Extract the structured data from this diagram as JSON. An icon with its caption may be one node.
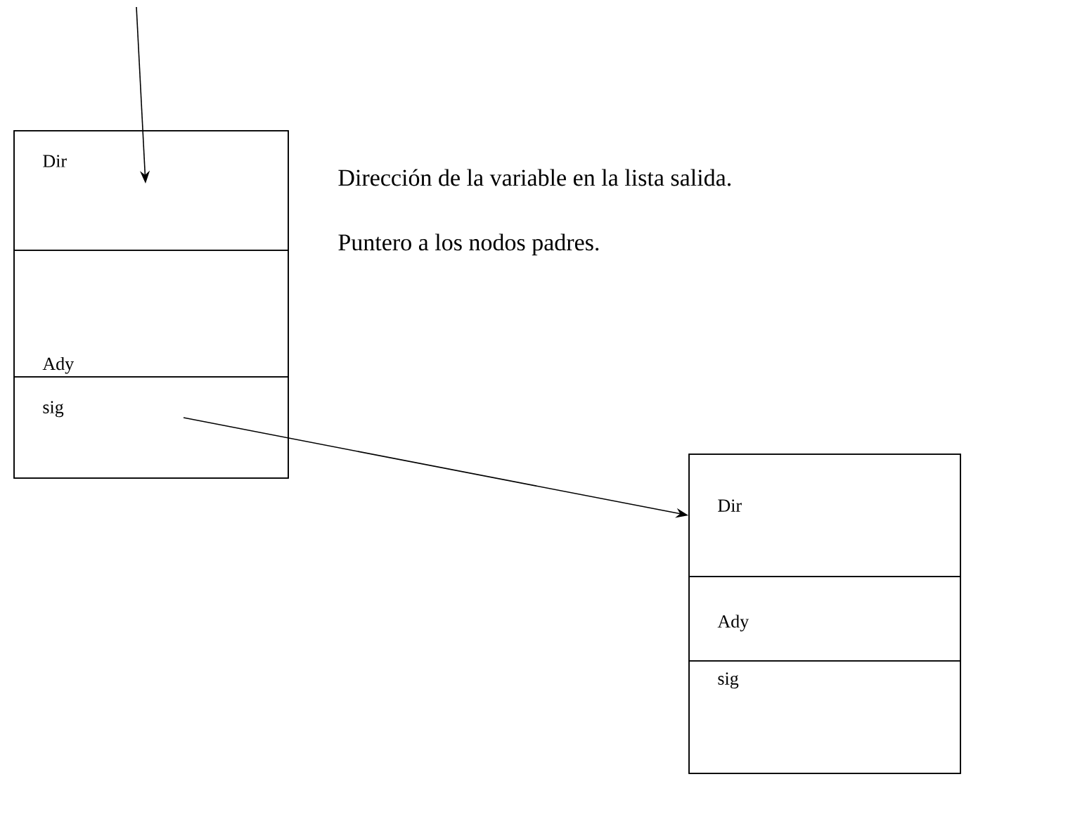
{
  "diagram": {
    "nodes": [
      {
        "text": [],
        "shape": "box"
      },
      {
        "text": [
          "Dir"
        ],
        "in": 0
      },
      {
        "text": [
          "Ady"
        ],
        "in": 0
      },
      {
        "text": [
          "sig"
        ],
        "in": 0
      },
      {
        "text": [],
        "shape": "box"
      },
      {
        "text": [
          "Dir"
        ],
        "in": 4
      },
      {
        "text": [
          "Ady"
        ],
        "in": 4
      },
      {
        "text": [
          "sig"
        ],
        "in": 4
      }
    ],
    "edges": [
      {
        "from": null,
        "to": 1,
        "arrow": "to"
      },
      {
        "from": 3,
        "to": 5,
        "arrow": "to"
      }
    ],
    "labels": [
      "Dirección de la variable en la lista salida.",
      "Puntero a los nodos padres."
    ]
  }
}
